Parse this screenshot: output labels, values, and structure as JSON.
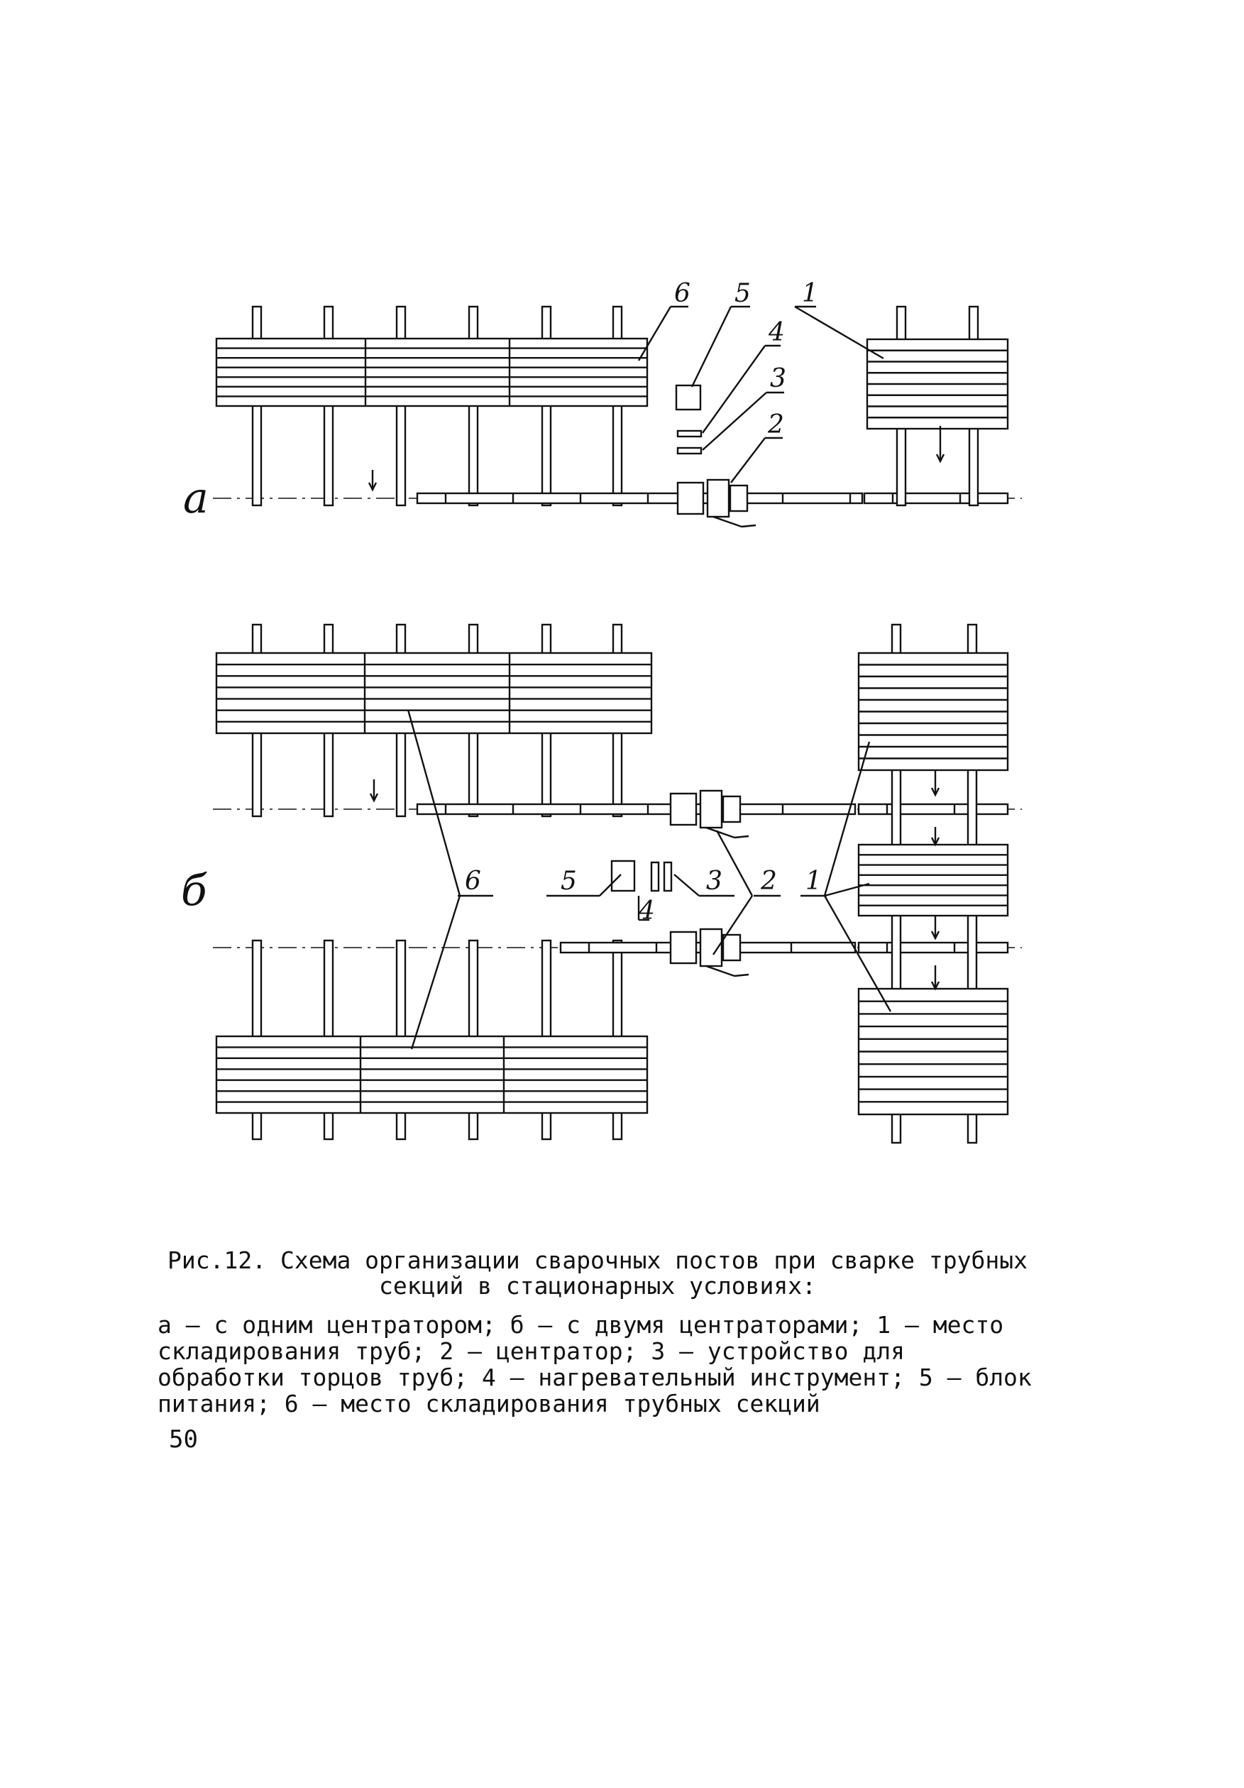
{
  "diagram": {
    "variant_a_label": "а",
    "variant_b_label": "б",
    "callouts_a": [
      "6",
      "5",
      "4",
      "3",
      "2",
      "1"
    ],
    "callouts_b": [
      "6",
      "5",
      "4",
      "3",
      "2",
      "1"
    ]
  },
  "caption": {
    "title": "Рис.12. Схема организации сварочных постов при сварке трубных секций в стационарных условиях:",
    "body": "а – с одним центратором; б – с двумя центраторами; 1 – место складирования труб; 2 – центратор; 3 – устройство для обработки торцов труб; 4 – нагревательный инструмент; 5 – блок питания; 6 – место складирования трубных секций"
  },
  "page_number": "50"
}
